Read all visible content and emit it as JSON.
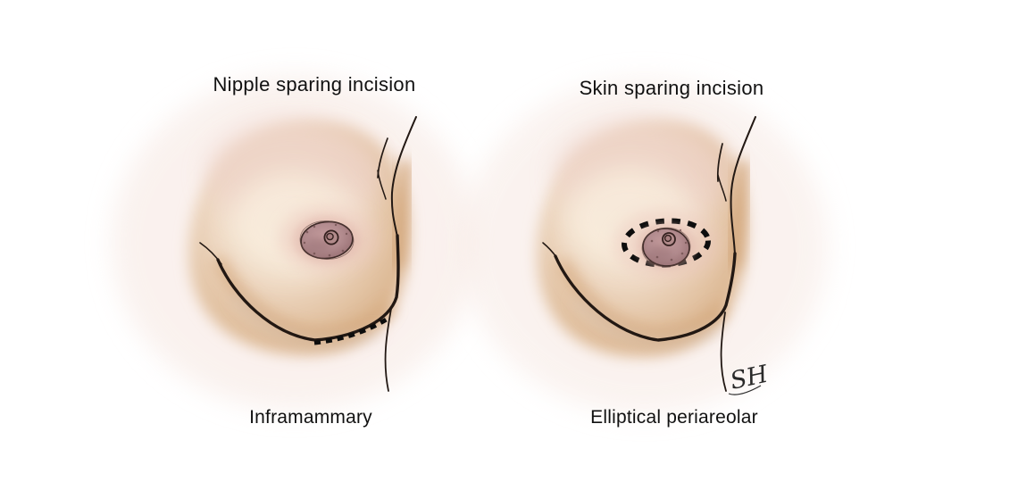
{
  "figures": [
    {
      "title": "Nipple sparing incision",
      "caption": "Inframammary",
      "incision": {
        "style": "thick dotted line",
        "location": "inframammary fold (below breast curve)"
      }
    },
    {
      "title": "Skin sparing incision",
      "caption": "Elliptical periareolar",
      "incision": {
        "style": "thick dotted ellipse",
        "location": "elliptical ring around areola"
      },
      "signature": "SH"
    }
  ],
  "colors": {
    "background": "#ffffff",
    "text": "#111111",
    "incision": "#0d0d0d",
    "outline": "#221813",
    "skin_edge": "#d7ae84",
    "skin_mid": "#eed9c4",
    "skin_highlight": "#f7ead9",
    "chest_flush": "#eed3c8",
    "areola": "#b28b8e",
    "areola_outline": "#412d2a"
  }
}
